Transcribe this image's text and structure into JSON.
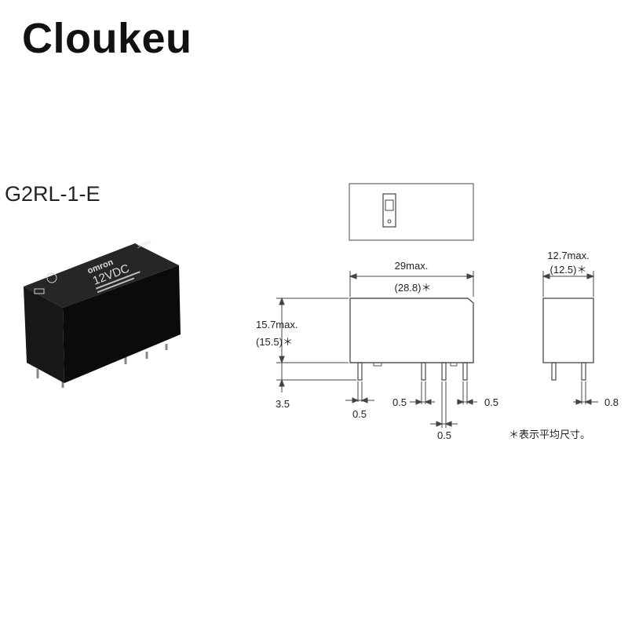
{
  "brand": "Cloukeu",
  "model": "G2RL-1-E",
  "relay_labels": {
    "maker": "omron",
    "voltage": "12VDC",
    "mark": "JAPAN"
  },
  "dimensions": {
    "length_max": "29max.",
    "length_avg": "(28.8)＊",
    "height_max": "15.7max.",
    "height_avg": "(15.5)＊",
    "width_max": "12.7max.",
    "width_avg": "(12.5)＊",
    "pin_length": "3.5",
    "pin_a": "0.5",
    "pin_b": "0.5",
    "pin_c": "0.5",
    "pin_d": "0.5",
    "pin_side": "0.8"
  },
  "note": "＊表示平均尺寸。",
  "colors": {
    "ink": "#222222",
    "relay_body": "#0d0d0d"
  }
}
